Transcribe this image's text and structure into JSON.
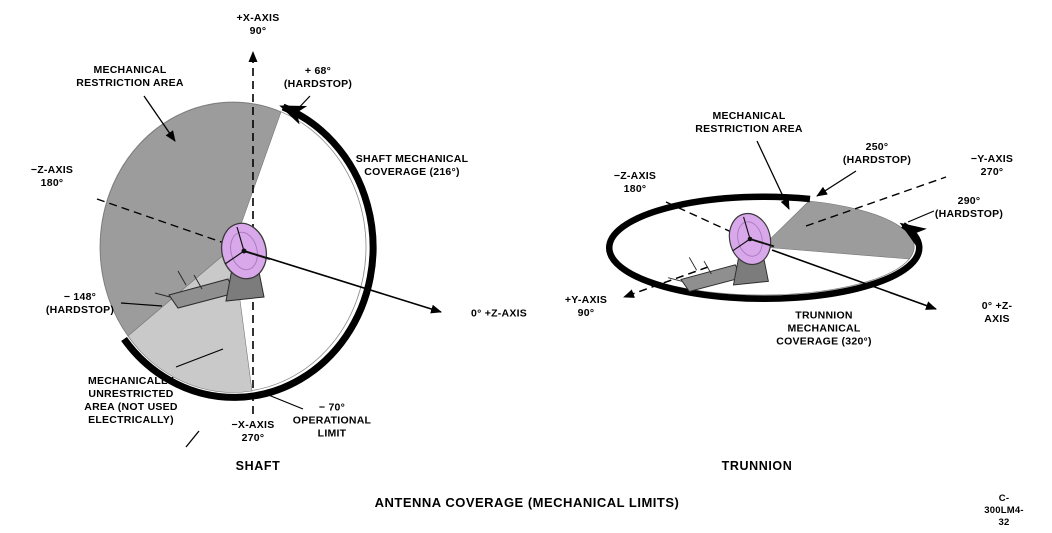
{
  "title": "ANTENNA COVERAGE (MECHANICAL LIMITS)",
  "figure_number": "C-300LM4-32",
  "shaft": {
    "section_title": "SHAFT",
    "labels": {
      "plus_x_axis": "+X-AXIS\n90°",
      "mechanical_restriction_area": "MECHANICAL\nRESTRICTION AREA",
      "hardstop_plus_68": "+ 68°\n(HARDSTOP)",
      "shaft_coverage": "SHAFT MECHANICAL\nCOVERAGE (216°)",
      "minus_z_axis": "−Z-AXIS\n180°",
      "plus_z_axis": "0° +Z-AXIS",
      "hardstop_minus_148": "− 148°\n(HARDSTOP)",
      "unrestricted_area": "MECHANICALLY\nUNRESTRICTED\nAREA (NOT USED\nELECTRICALLY)",
      "minus_x_axis": "−X-AXIS\n270°",
      "operational_limit": "− 70°\nOPERATIONAL\nLIMIT"
    }
  },
  "trunnion": {
    "section_title": "TRUNNION",
    "labels": {
      "mechanical_restriction_area": "MECHANICAL\nRESTRICTION AREA",
      "hardstop_250": "250°\n(HARDSTOP)",
      "minus_y_axis": "−Y-AXIS\n270°",
      "minus_z_axis": "−Z-AXIS\n180°",
      "hardstop_290": "290°\n(HARDSTOP)",
      "plus_y_axis": "+Y-AXIS\n90°",
      "plus_z_axis": "0° +Z-AXIS",
      "trunnion_coverage": "TRUNNION\nMECHANICAL\nCOVERAGE (320°)"
    }
  },
  "colors": {
    "restriction_area_fill": "#9c9c9c",
    "unrestricted_area_fill": "#c9c9c9",
    "antenna_dish_fill": "#d9a8ea",
    "line_color": "#000000"
  }
}
